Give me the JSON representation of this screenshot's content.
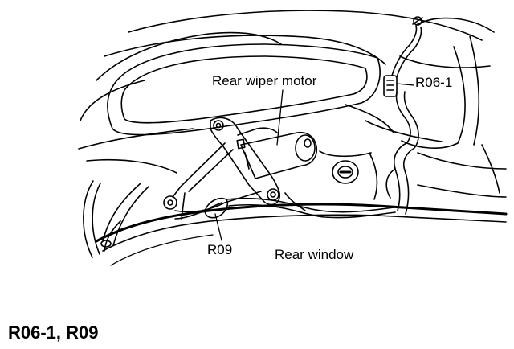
{
  "labels": {
    "rear_wiper_motor": "Rear wiper motor",
    "connector_r06_1": "R06-1",
    "connector_r09": "R09",
    "rear_window": "Rear window"
  },
  "caption": "R06-1,  R09"
}
